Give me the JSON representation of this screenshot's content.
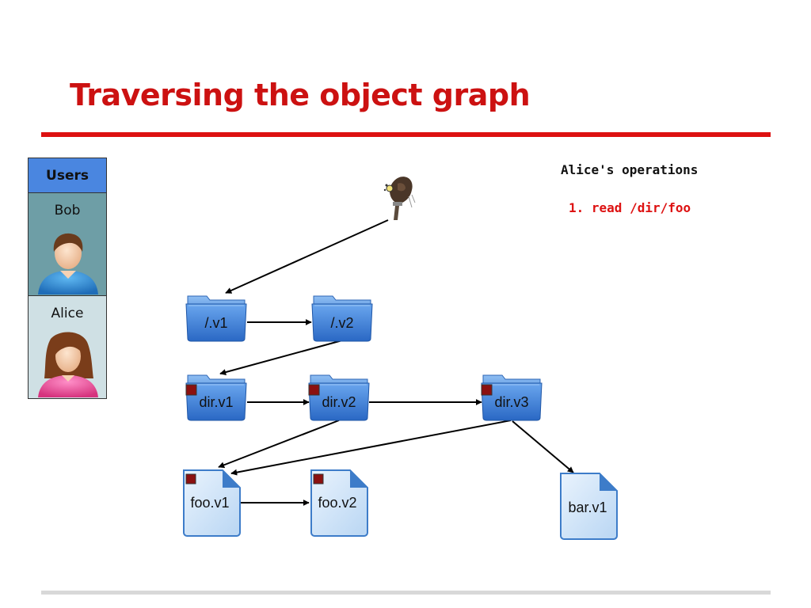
{
  "slide": {
    "title": "Traversing the object graph"
  },
  "users_panel": {
    "header": "Users",
    "users": [
      {
        "name": "Bob"
      },
      {
        "name": "Alice"
      }
    ]
  },
  "operations": {
    "title": "Alice's operations",
    "items": [
      "1. read /dir/foo"
    ]
  },
  "graph": {
    "nodes": {
      "root_v1": "/.v1",
      "root_v2": "/.v2",
      "dir_v1": "dir.v1",
      "dir_v2": "dir.v2",
      "dir_v3": "dir.v3",
      "foo_v1": "foo.v1",
      "foo_v2": "foo.v2",
      "bar_v1": "bar.v1"
    }
  },
  "colors": {
    "title": "#cc1111",
    "folder": "#3f7fd6",
    "marker": "#8b1010",
    "users_header": "#4a86e0"
  }
}
